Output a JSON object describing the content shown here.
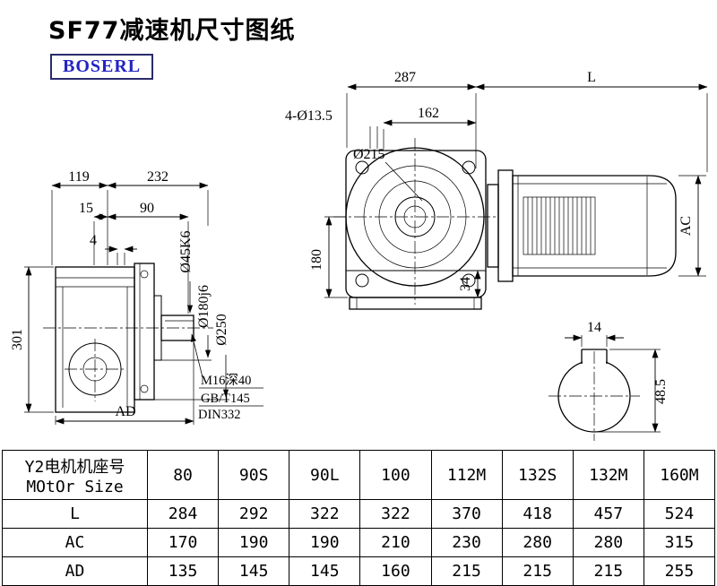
{
  "page": {
    "title": "SF77减速机尺寸图纸",
    "logo": "BOSERL"
  },
  "colors": {
    "line": "#000000",
    "logo_text": "#2323c3",
    "logo_border": "#2b2b6b"
  },
  "side_view": {
    "dim_119": "119",
    "dim_232": "232",
    "dim_15": "15",
    "dim_90": "90",
    "dim_4": "4",
    "dim_301": "301",
    "dim_ad": "AD",
    "dim_shaft": "Ø45K6",
    "dim_spigot": "Ø180j6",
    "dim_flange": "Ø250",
    "note_tap": "M16深40",
    "note_gb": "GB/T145",
    "note_din": "DIN332"
  },
  "front_view": {
    "dim_287": "287",
    "dim_l": "L",
    "dim_162": "162",
    "dim_bolts": "4-Ø13.5",
    "dim_215": "Ø215",
    "dim_180": "180",
    "dim_34": "34",
    "dim_ac": "AC"
  },
  "shaft_view": {
    "dim_14": "14",
    "dim_485": "48.5"
  },
  "table": {
    "header_label_1": "Y2电机机座号",
    "header_label_2": "MOtOr Size",
    "columns": [
      "80",
      "90S",
      "90L",
      "100",
      "112M",
      "132S",
      "132M",
      "160M"
    ],
    "rows": [
      {
        "label": "L",
        "values": [
          "284",
          "292",
          "322",
          "322",
          "370",
          "418",
          "457",
          "524"
        ]
      },
      {
        "label": "AC",
        "values": [
          "170",
          "190",
          "190",
          "210",
          "230",
          "280",
          "280",
          "315"
        ]
      },
      {
        "label": "AD",
        "values": [
          "135",
          "145",
          "145",
          "160",
          "215",
          "215",
          "215",
          "255"
        ]
      }
    ]
  }
}
